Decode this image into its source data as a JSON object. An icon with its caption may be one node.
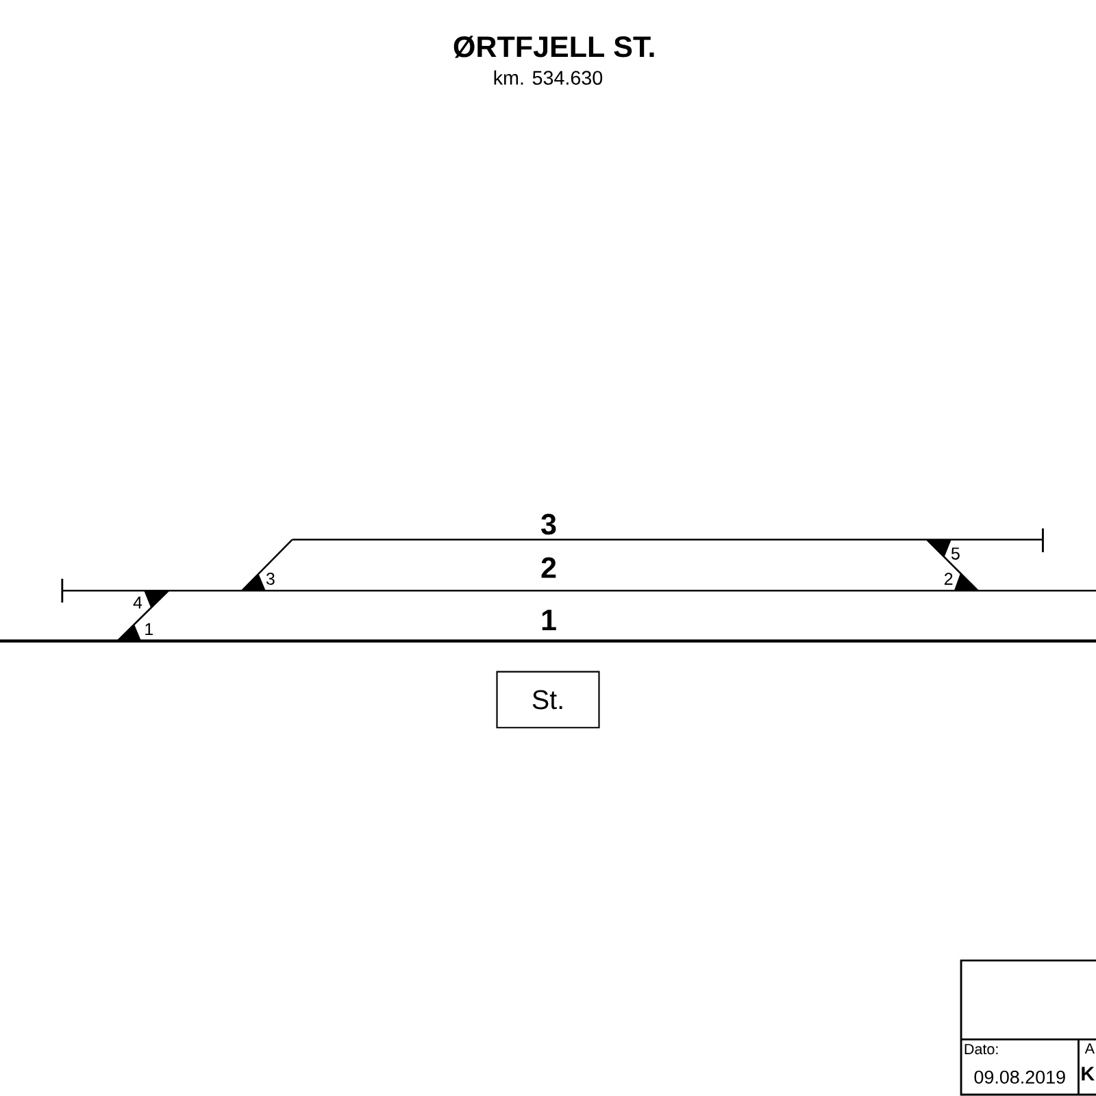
{
  "diagram": {
    "title": "ØRTFJELL ST.",
    "nodes": [
      {
        "text": [
          "St."
        ]
      }
    ],
    "edges": [],
    "labels": [
      "km. 534.630",
      "3",
      "2",
      "3",
      "5",
      "4",
      "2",
      "1",
      "1",
      "Dato:",
      "09.08.2019",
      "A",
      "K"
    ]
  }
}
